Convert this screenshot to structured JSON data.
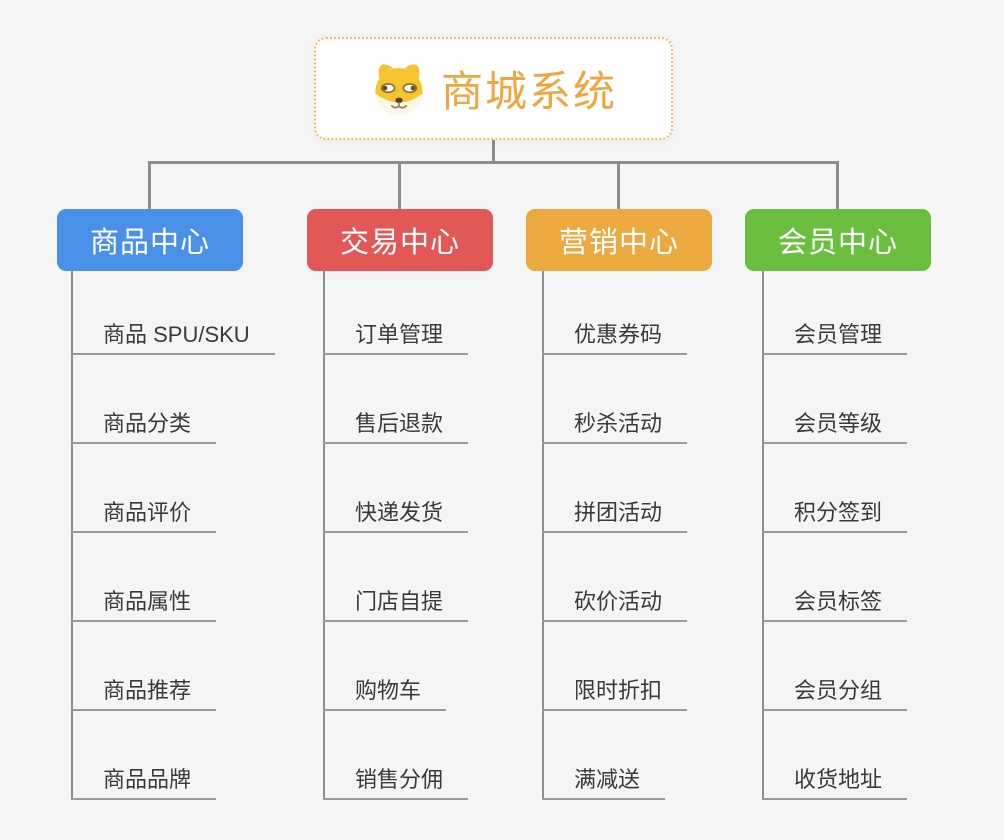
{
  "canvas": {
    "background": "#f5f5f6",
    "connector_color": "#8d8d8d",
    "underline_color": "#9b9b9b"
  },
  "root": {
    "title": "商城系统",
    "title_color": "#f0a63c",
    "border_color": "#f4bb62",
    "icon": "doge-icon"
  },
  "branches": [
    {
      "id": "product-center",
      "label": "商品中心",
      "color": "#4a90e8",
      "children": [
        "商品 SPU/SKU",
        "商品分类",
        "商品评价",
        "商品属性",
        "商品推荐",
        "商品品牌"
      ]
    },
    {
      "id": "trade-center",
      "label": "交易中心",
      "color": "#e25856",
      "children": [
        "订单管理",
        "售后退款",
        "快递发货",
        "门店自提",
        "购物车",
        "销售分佣"
      ]
    },
    {
      "id": "marketing-center",
      "label": "营销中心",
      "color": "#eca93f",
      "children": [
        "优惠券码",
        "秒杀活动",
        "拼团活动",
        "砍价活动",
        "限时折扣",
        "满减送"
      ]
    },
    {
      "id": "member-center",
      "label": "会员中心",
      "color": "#6cbe3f",
      "children": [
        "会员管理",
        "会员等级",
        "积分签到",
        "会员标签",
        "会员分组",
        "收货地址"
      ]
    }
  ]
}
